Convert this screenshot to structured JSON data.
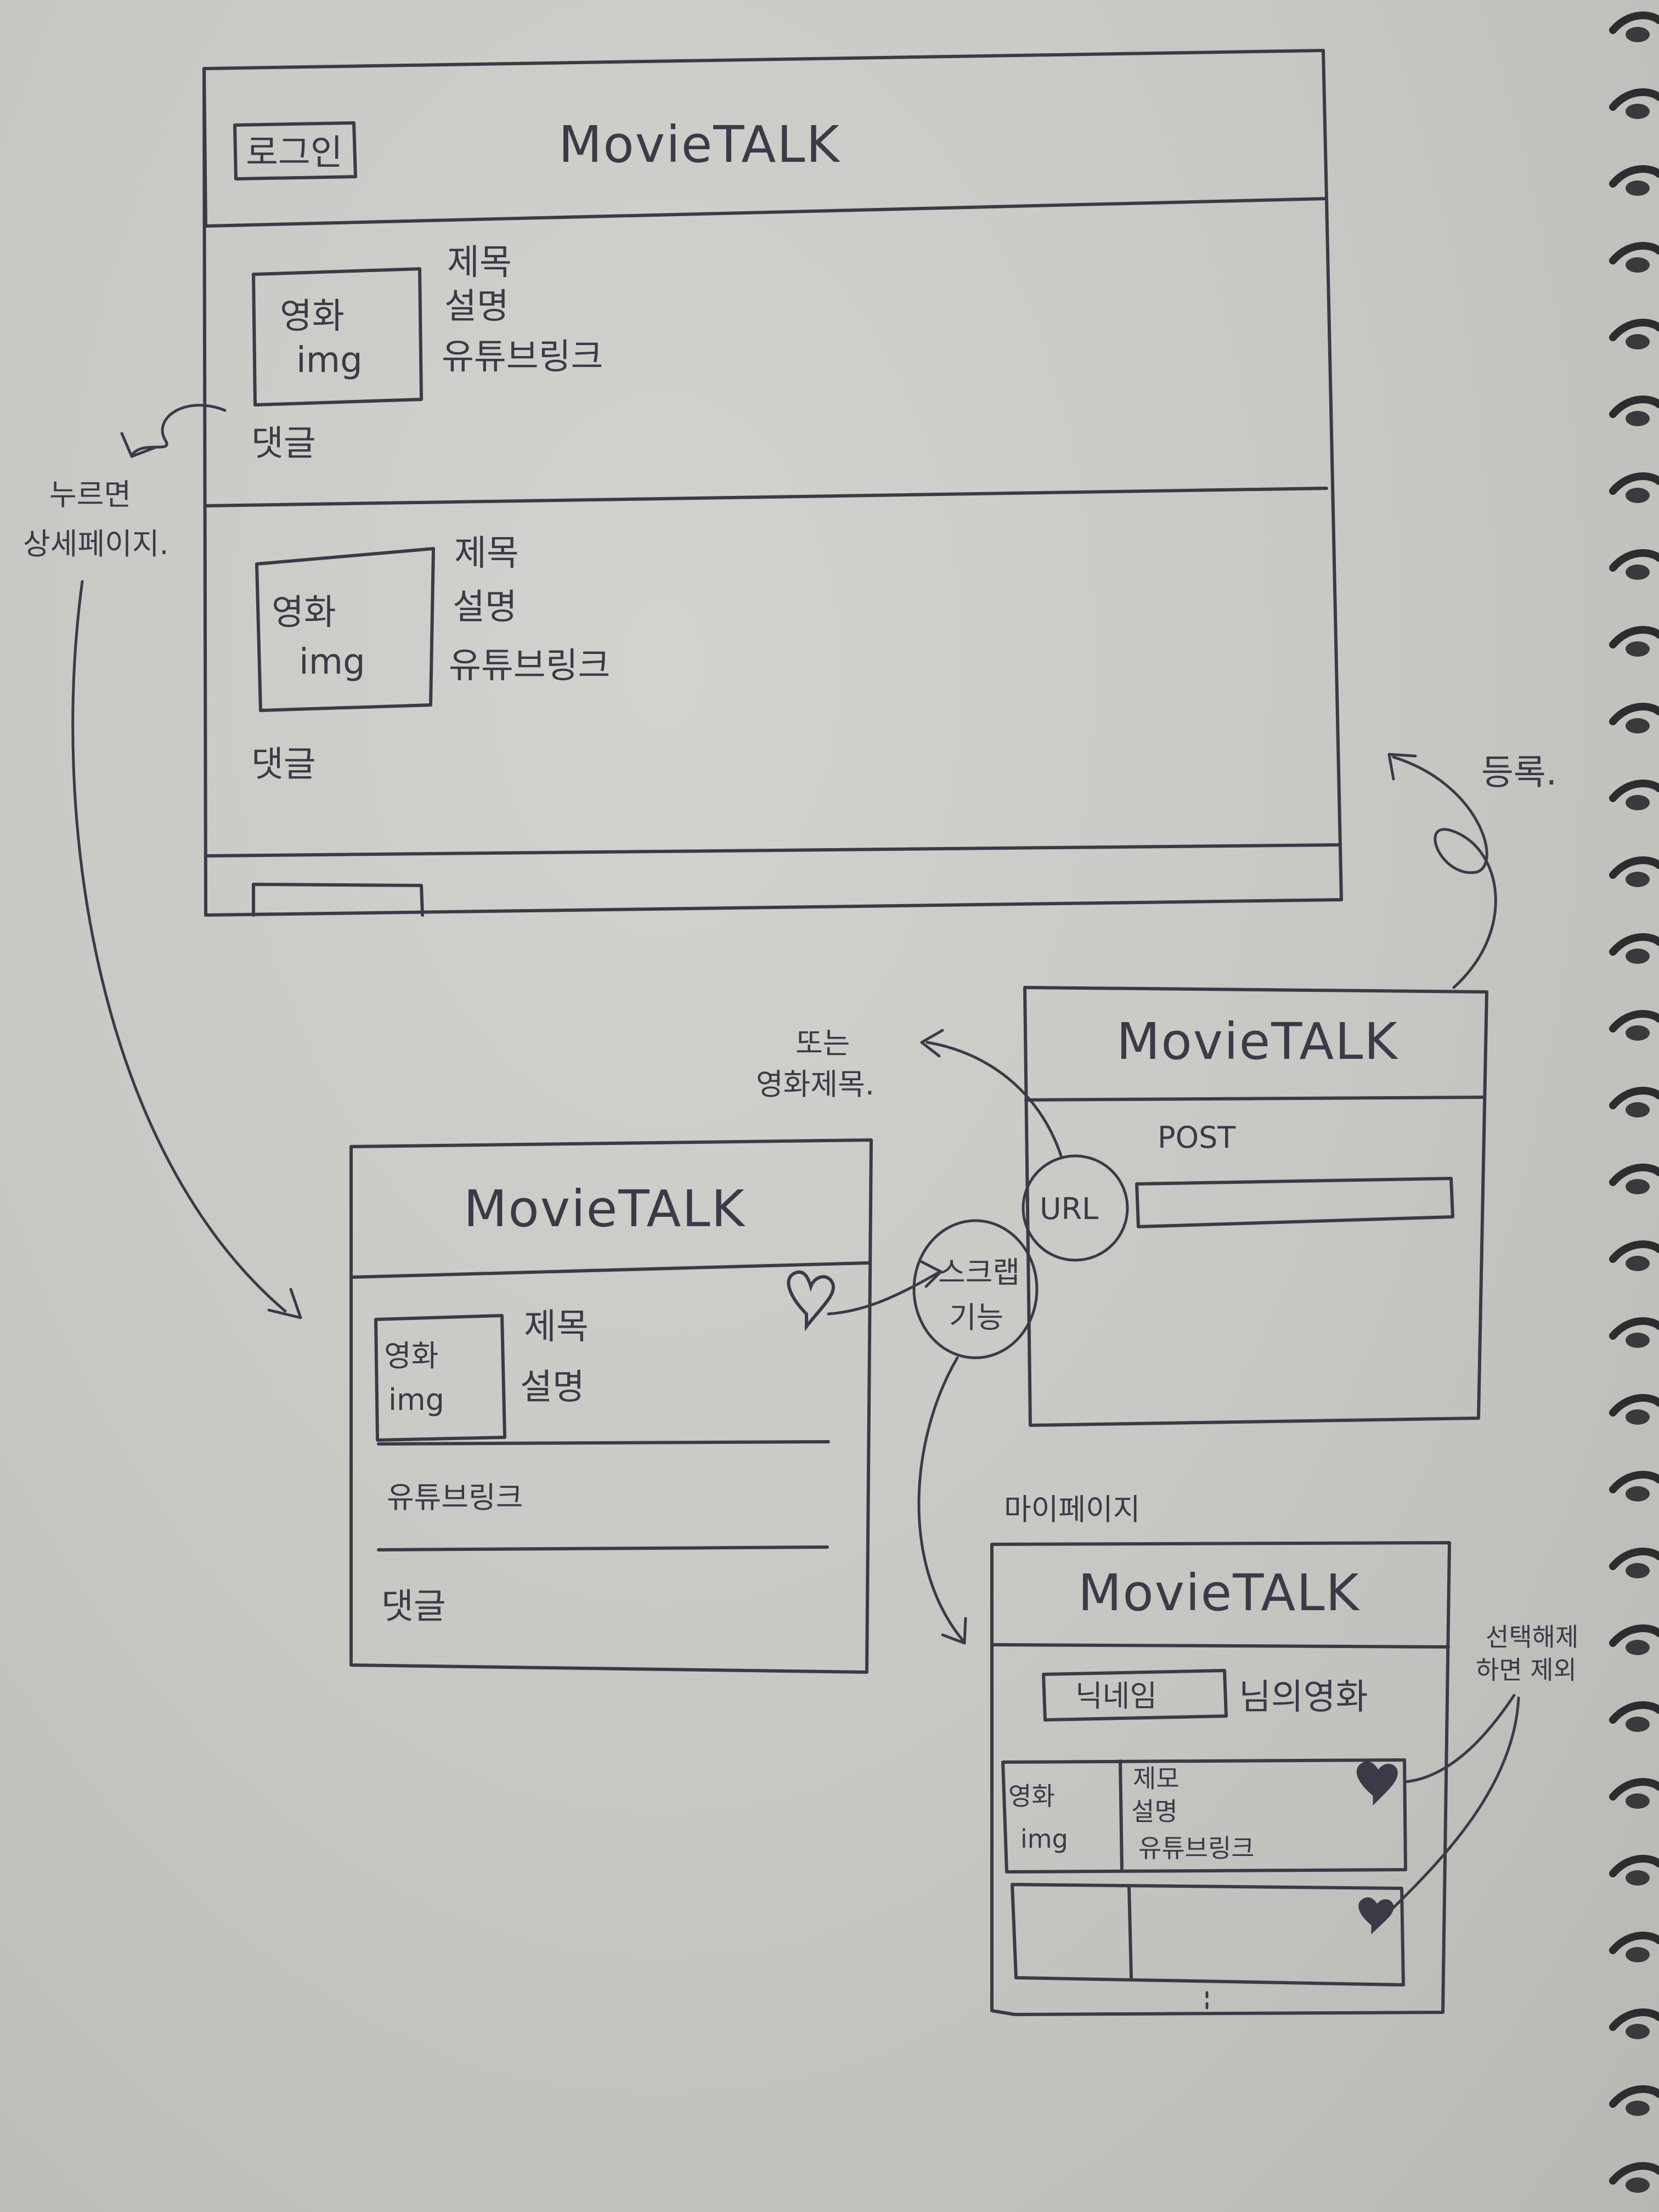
{
  "main_screen": {
    "login_button": "로그인",
    "brand": "MovieTALK",
    "posts": [
      {
        "image_label_1": "영화",
        "image_label_2": "img",
        "title": "제목",
        "description": "설명",
        "youtube_link": "유튜브링크",
        "comment": "댓글"
      },
      {
        "image_label_1": "영화",
        "image_label_2": "img",
        "title": "제목",
        "description": "설명",
        "youtube_link": "유튜브링크",
        "comment": "댓글"
      }
    ]
  },
  "annotations": {
    "click_to_detail_1": "누르면",
    "click_to_detail_2": "상세페이지.",
    "register": "등록.",
    "or_1": "또는",
    "or_2": "영화제목.",
    "scrap_1": "스크랩",
    "scrap_2": "기능",
    "mypage": "마이페이지",
    "unselect_1": "선택해제",
    "unselect_2": "하면 제외"
  },
  "detail_screen": {
    "brand": "MovieTALK",
    "image_label_1": "영화",
    "image_label_2": "img",
    "title": "제목",
    "description": "설명",
    "youtube_link": "유튜브링크",
    "comment": "댓글"
  },
  "post_screen": {
    "brand": "MovieTALK",
    "heading": "POST",
    "url_label": "URL"
  },
  "mypage_screen": {
    "brand": "MovieTALK",
    "nickname": "닉네임",
    "suffix": "님의영화",
    "item": {
      "image_label_1": "영화",
      "image_label_2": "img",
      "title": "제모",
      "description": "설명",
      "youtube_link": "유튜브링크"
    }
  },
  "colors": {
    "paper": "#c9c7c3",
    "ink": "#3d3947",
    "coil": "#2d2d2f"
  }
}
